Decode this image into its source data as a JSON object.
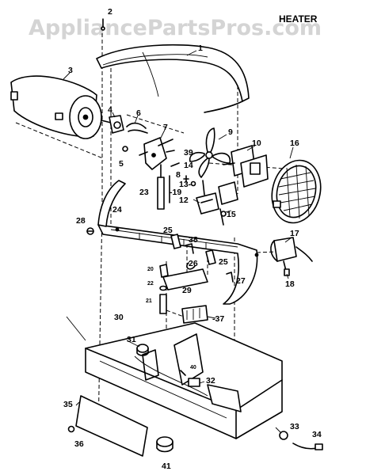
{
  "watermark": "AppliancePartsPros.com",
  "header": "HEATER",
  "callouts": {
    "c1": "1",
    "c2": "2",
    "c3": "3",
    "c4": "4",
    "c5": "5",
    "c6": "6",
    "c7": "7",
    "c8": "8",
    "c9": "9",
    "c10": "10",
    "c12": "12",
    "c13": "13-",
    "c14": "14",
    "c15": "15",
    "c16": "16",
    "c17": "17",
    "c18": "18",
    "c19": "-19",
    "c20": "20",
    "c21": "21",
    "c22": "22",
    "c23": "23",
    "c24": "24",
    "c25a": "25",
    "c25b": "25",
    "c26": "26",
    "c27": "27",
    "c28": "28",
    "c29": "29",
    "c30": "30",
    "c31": "31",
    "c32": "32",
    "c33": "33",
    "c34": "34",
    "c35": "35",
    "c36": "36",
    "c37": "-37",
    "c38": "38",
    "c39": "39",
    "c40": "40",
    "c41": "41"
  }
}
